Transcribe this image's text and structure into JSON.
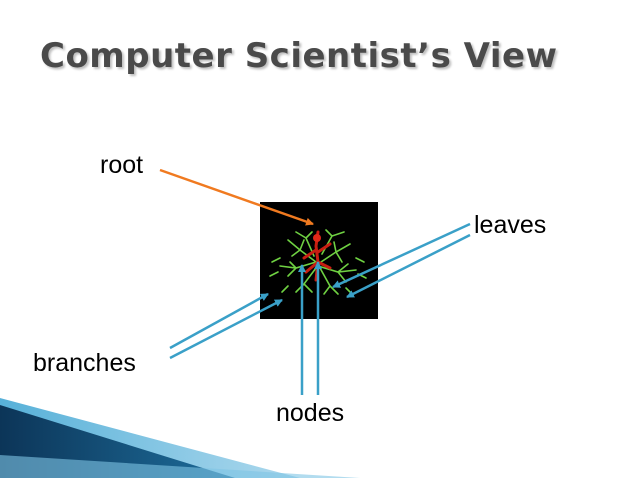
{
  "slide": {
    "title": "Computer Scientist’s View",
    "labels": {
      "root": "root",
      "leaves": "leaves",
      "branches": "branches",
      "nodes": "nodes"
    }
  },
  "colors": {
    "title": "#4a4a4a",
    "root_arrow": "#f07a20",
    "other_arrows": "#3aa0c8",
    "tree_branches": "#c81e12",
    "tree_leaves": "#6fd142",
    "image_background": "#000000",
    "bottom_band_dark": "#0f3f66",
    "bottom_band_light": "#2e93c4"
  },
  "icons": [
    "tree-image"
  ]
}
